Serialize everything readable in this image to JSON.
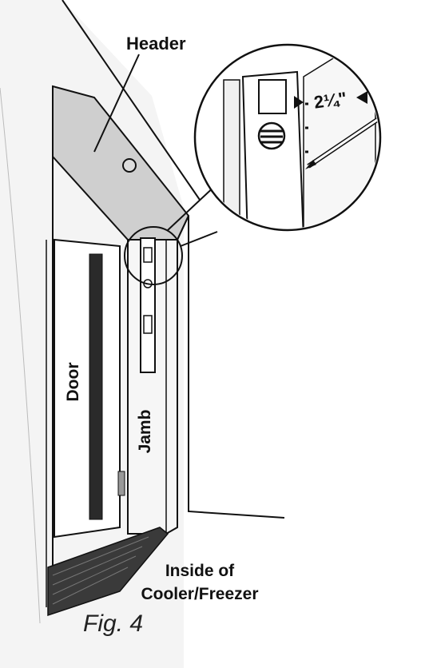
{
  "labels": {
    "header": "Header",
    "door": "Door",
    "jamb": "Jamb",
    "measurement": "2¼\"",
    "inside_line1": "Inside of",
    "inside_line2": "Cooler/Freezer",
    "figure": "Fig. 4"
  },
  "colors": {
    "line": "#111111",
    "header_fill": "#cfcfcf",
    "wall_fill": "#f3f3f3",
    "floor_fill": "#3a3a3a"
  }
}
